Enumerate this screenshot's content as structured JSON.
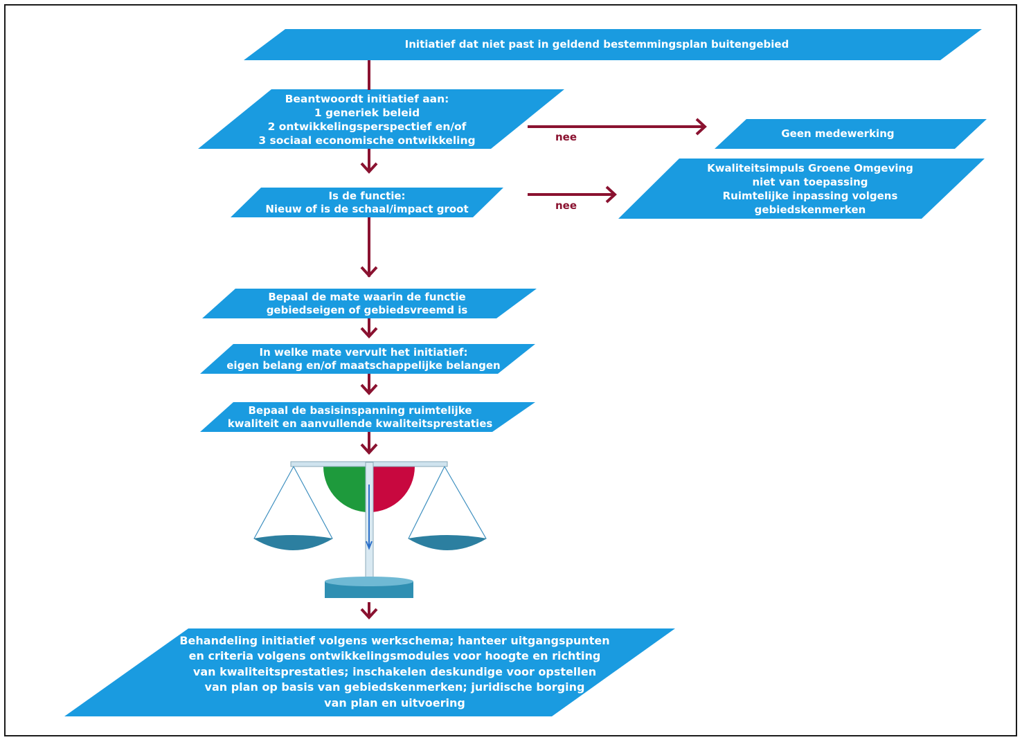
{
  "colors": {
    "box_fill": "#1a9be0",
    "arrow": "#8a1230",
    "scale_green": "#1e9a3c",
    "scale_red": "#c8083f",
    "scale_pan": "#2c7fa0"
  },
  "boxes": {
    "initiative": {
      "lines": [
        "Initiatief dat niet past in geldend bestemmingsplan buitengebied"
      ]
    },
    "answers": {
      "lines": [
        "Beantwoordt initiatief aan:",
        "1 generiek beleid",
        "2 ontwikkelingsperspectief en/of",
        "3 sociaal economische ontwikkeling"
      ]
    },
    "no_cooperation": {
      "lines": [
        "Geen medewerking"
      ]
    },
    "function": {
      "lines": [
        "Is de functie:",
        "Nieuw of is de schaal/impact groot"
      ]
    },
    "quality_impulse": {
      "lines": [
        "Kwaliteitsimpuls Groene Omgeving",
        "niet van toepassing",
        "Ruimtelijke inpassing volgens",
        "gebiedskenmerken"
      ]
    },
    "area_specific": {
      "lines": [
        "Bepaal de mate waarin de functie",
        "gebiedseigen of gebiedsvreemd is"
      ]
    },
    "interest": {
      "lines": [
        "In welke mate vervult het initiatief:",
        "eigen belang en/of maatschappelijke belangen"
      ]
    },
    "basic_effort": {
      "lines": [
        "Bepaal de basisinspanning ruimtelijke",
        "kwaliteit en aanvullende kwaliteitsprestaties"
      ]
    },
    "treatment": {
      "lines": [
        "Behandeling initiatief volgens werkschema; hanteer uitgangspunten",
        "en criteria volgens ontwikkelingsmodules voor hoogte en richting",
        "van kwaliteitsprestaties; inschakelen deskundige voor opstellen",
        "van plan op basis van gebiedskenmerken; juridische borging",
        "van plan en uitvoering"
      ]
    }
  },
  "labels": {
    "nee_1": "nee",
    "nee_2": "nee"
  },
  "icons": {
    "scale": "balance-scale-icon"
  }
}
